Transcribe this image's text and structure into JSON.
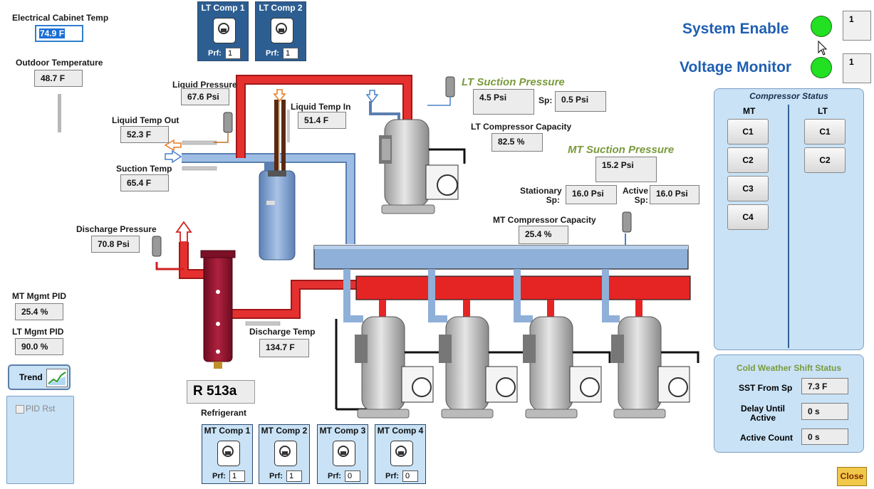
{
  "cabinet_temp": {
    "label": "Electrical Cabinet Temp",
    "value": "74.9 F"
  },
  "outdoor_temp": {
    "label": "Outdoor Temperature",
    "value": "48.7 F"
  },
  "system_enable": {
    "label": "System Enable",
    "value": "1"
  },
  "voltage_monitor": {
    "label": "Voltage Monitor",
    "value": "1"
  },
  "liquid_pressure": {
    "label": "Liquid Pressure",
    "value": "67.6 Psi"
  },
  "liquid_temp_in": {
    "label": "Liquid Temp In",
    "value": "51.4 F"
  },
  "liquid_temp_out": {
    "label": "Liquid Temp Out",
    "value": "52.3 F"
  },
  "suction_temp": {
    "label": "Suction Temp",
    "value": "65.4 F"
  },
  "discharge_pressure": {
    "label": "Discharge Pressure",
    "value": "70.8 Psi"
  },
  "discharge_temp": {
    "label": "Discharge Temp",
    "value": "134.7 F"
  },
  "lt_suction": {
    "title": "LT Suction Pressure",
    "value": "4.5 Psi",
    "sp_label": "Sp:",
    "sp_value": "0.5 Psi"
  },
  "lt_capacity": {
    "label": "LT Compressor Capacity",
    "value": "82.5 %"
  },
  "mt_suction": {
    "title": "MT Suction Pressure",
    "value": "15.2 Psi",
    "stationary_label": "Stationary Sp:",
    "stationary_value": "16.0 Psi",
    "active_label": "Active Sp:",
    "active_value": "16.0 Psi"
  },
  "mt_capacity": {
    "label": "MT Compressor Capacity",
    "value": "25.4 %"
  },
  "mt_mgmt_pid": {
    "label": "MT Mgmt PID",
    "value": "25.4 %"
  },
  "lt_mgmt_pid": {
    "label": "LT Mgmt PID",
    "value": "90.0 %"
  },
  "trend_button": "Trend",
  "pid_rst": "PID Rst",
  "refrigerant": {
    "name": "R 513a",
    "label": "Refrigerant"
  },
  "lt_comps": [
    {
      "title": "LT Comp 1",
      "prf_label": "Prf:",
      "prf": "1"
    },
    {
      "title": "LT Comp 2",
      "prf_label": "Prf:",
      "prf": "1"
    }
  ],
  "mt_comps": [
    {
      "title": "MT Comp 1",
      "prf_label": "Prf:",
      "prf": "1"
    },
    {
      "title": "MT Comp 2",
      "prf_label": "Prf:",
      "prf": "1"
    },
    {
      "title": "MT Comp 3",
      "prf_label": "Prf:",
      "prf": "0"
    },
    {
      "title": "MT Comp 4",
      "prf_label": "Prf:",
      "prf": "0"
    }
  ],
  "compressor_status": {
    "title": "Compressor Status",
    "mt_header": "MT",
    "lt_header": "LT",
    "mt_buttons": [
      "C1",
      "C2",
      "C3",
      "C4"
    ],
    "lt_buttons": [
      "C1",
      "C2"
    ]
  },
  "cold_weather": {
    "title": "Cold Weather Shift Status",
    "sst_label": "SST From Sp",
    "sst_value": "7.3 F",
    "delay_label": "Delay Until Active",
    "delay_value": "0 s",
    "count_label": "Active Count",
    "count_value": "0 s"
  },
  "close_button": "Close",
  "colors": {
    "accent_blue": "#1f5fb0",
    "status_green": "#22e022",
    "pipe_red": "#e02424",
    "pipe_blue": "#8fb0d8",
    "panel_bg": "#c9e2f6",
    "italic_green": "#7a9a3c"
  }
}
